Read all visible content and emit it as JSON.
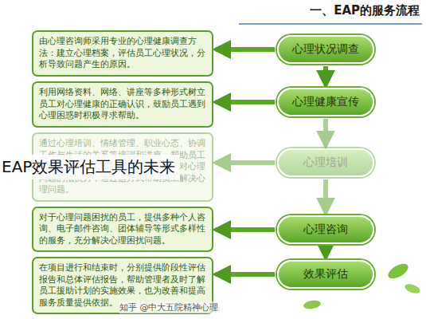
{
  "diagram": {
    "title": "一、EAP的服务流程",
    "nodes": [
      {
        "text": [
          "由心理咨询师采用专业的心理健康调查方法：建立心理档案，评估员工心理状况，分析导致问题产生的原因。"
        ]
      },
      {
        "text": [
          "心理状况调查"
        ]
      },
      {
        "text": [
          "利用网络资料、网络、讲座等多种形式树立员工对心理健康的正确认识，鼓励员工遇到心理困惑时积极寻求帮助。"
        ]
      },
      {
        "text": [
          "心理健康宣传"
        ]
      },
      {
        "text": [
          "通过心理培训、情绪管理、职业心态、协调工作与生活的关系等培训和讲座，帮助员工掌握提高心理素质的基本方法，增强对心理问题的抵抗力，通过这方式帮助员工解决心理问题。"
        ]
      },
      {
        "text": [
          "心理培训"
        ]
      },
      {
        "text": [
          "对于心理问题困扰的员工，提供多种个人咨询、电子邮件咨询、团体辅导等形式多样性的服务，充分解决心理困扰问题。"
        ]
      },
      {
        "text": [
          "心理咨询"
        ]
      },
      {
        "text": [
          "在项目进行和结束时，分别提供阶段性评估报告和总体评估报告，帮助管理者及时了解员工援助计划的实施效果，也为改善和提高服务质量提供依据。"
        ]
      },
      {
        "text": [
          "效果评估"
        ]
      }
    ],
    "edges": [
      {
        "from": 1,
        "to": 0,
        "arrow": "to"
      },
      {
        "from": 3,
        "to": 2,
        "arrow": "to"
      },
      {
        "from": 5,
        "to": 4,
        "arrow": "to"
      },
      {
        "from": 7,
        "to": 6,
        "arrow": "to"
      },
      {
        "from": 9,
        "to": 8,
        "arrow": "to"
      },
      {
        "from": 1,
        "to": 3,
        "arrow": "to"
      },
      {
        "from": 3,
        "to": 5,
        "arrow": "to"
      },
      {
        "from": 5,
        "to": 7,
        "arrow": "to"
      },
      {
        "from": 7,
        "to": 9,
        "arrow": "to"
      }
    ],
    "labels": [
      "EAP效果评估工具的未来",
      "知乎 @中大五院精神心理"
    ]
  }
}
